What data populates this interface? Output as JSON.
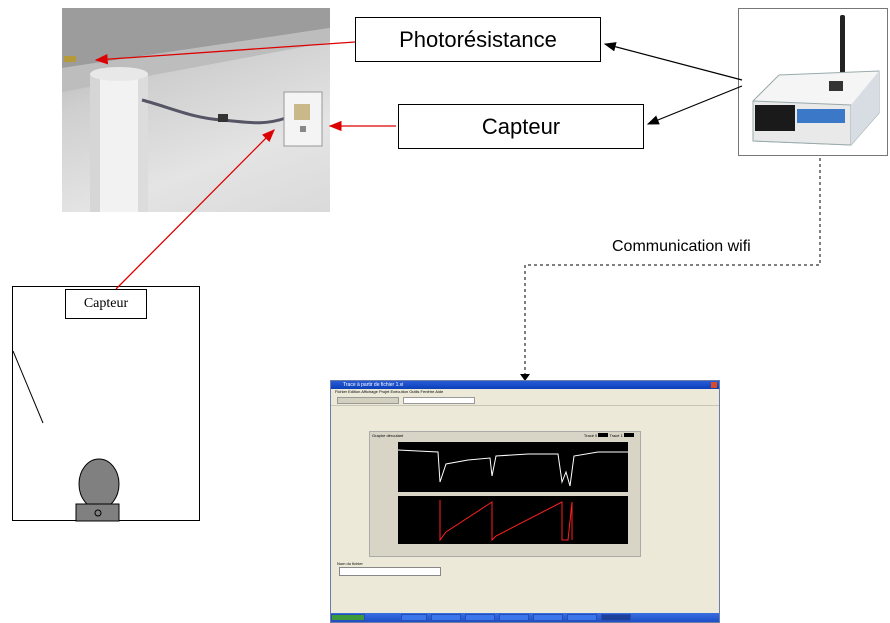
{
  "labels": {
    "photoresistance": "Photorésistance",
    "capteur": "Capteur",
    "wifi": "Communication wifi",
    "room_sensor": "Capteur"
  },
  "screenshot": {
    "window_title": "Trace à partir de fichier 1.vi",
    "menu": "Fichier  Edition  Affichage  Projet  Exécution  Outils  Fenêtre  Aide",
    "panel_title": "Graphe déroulant",
    "legend": [
      "Tracé 0",
      "Tracé 1"
    ],
    "path_label": "Nom du fichier"
  },
  "colors": {
    "arrow_red": "#dd0000",
    "arrow_black": "#000000",
    "plot_bg": "#000000",
    "trace_top": "#ffffff",
    "trace_bottom": "#ff2020"
  }
}
